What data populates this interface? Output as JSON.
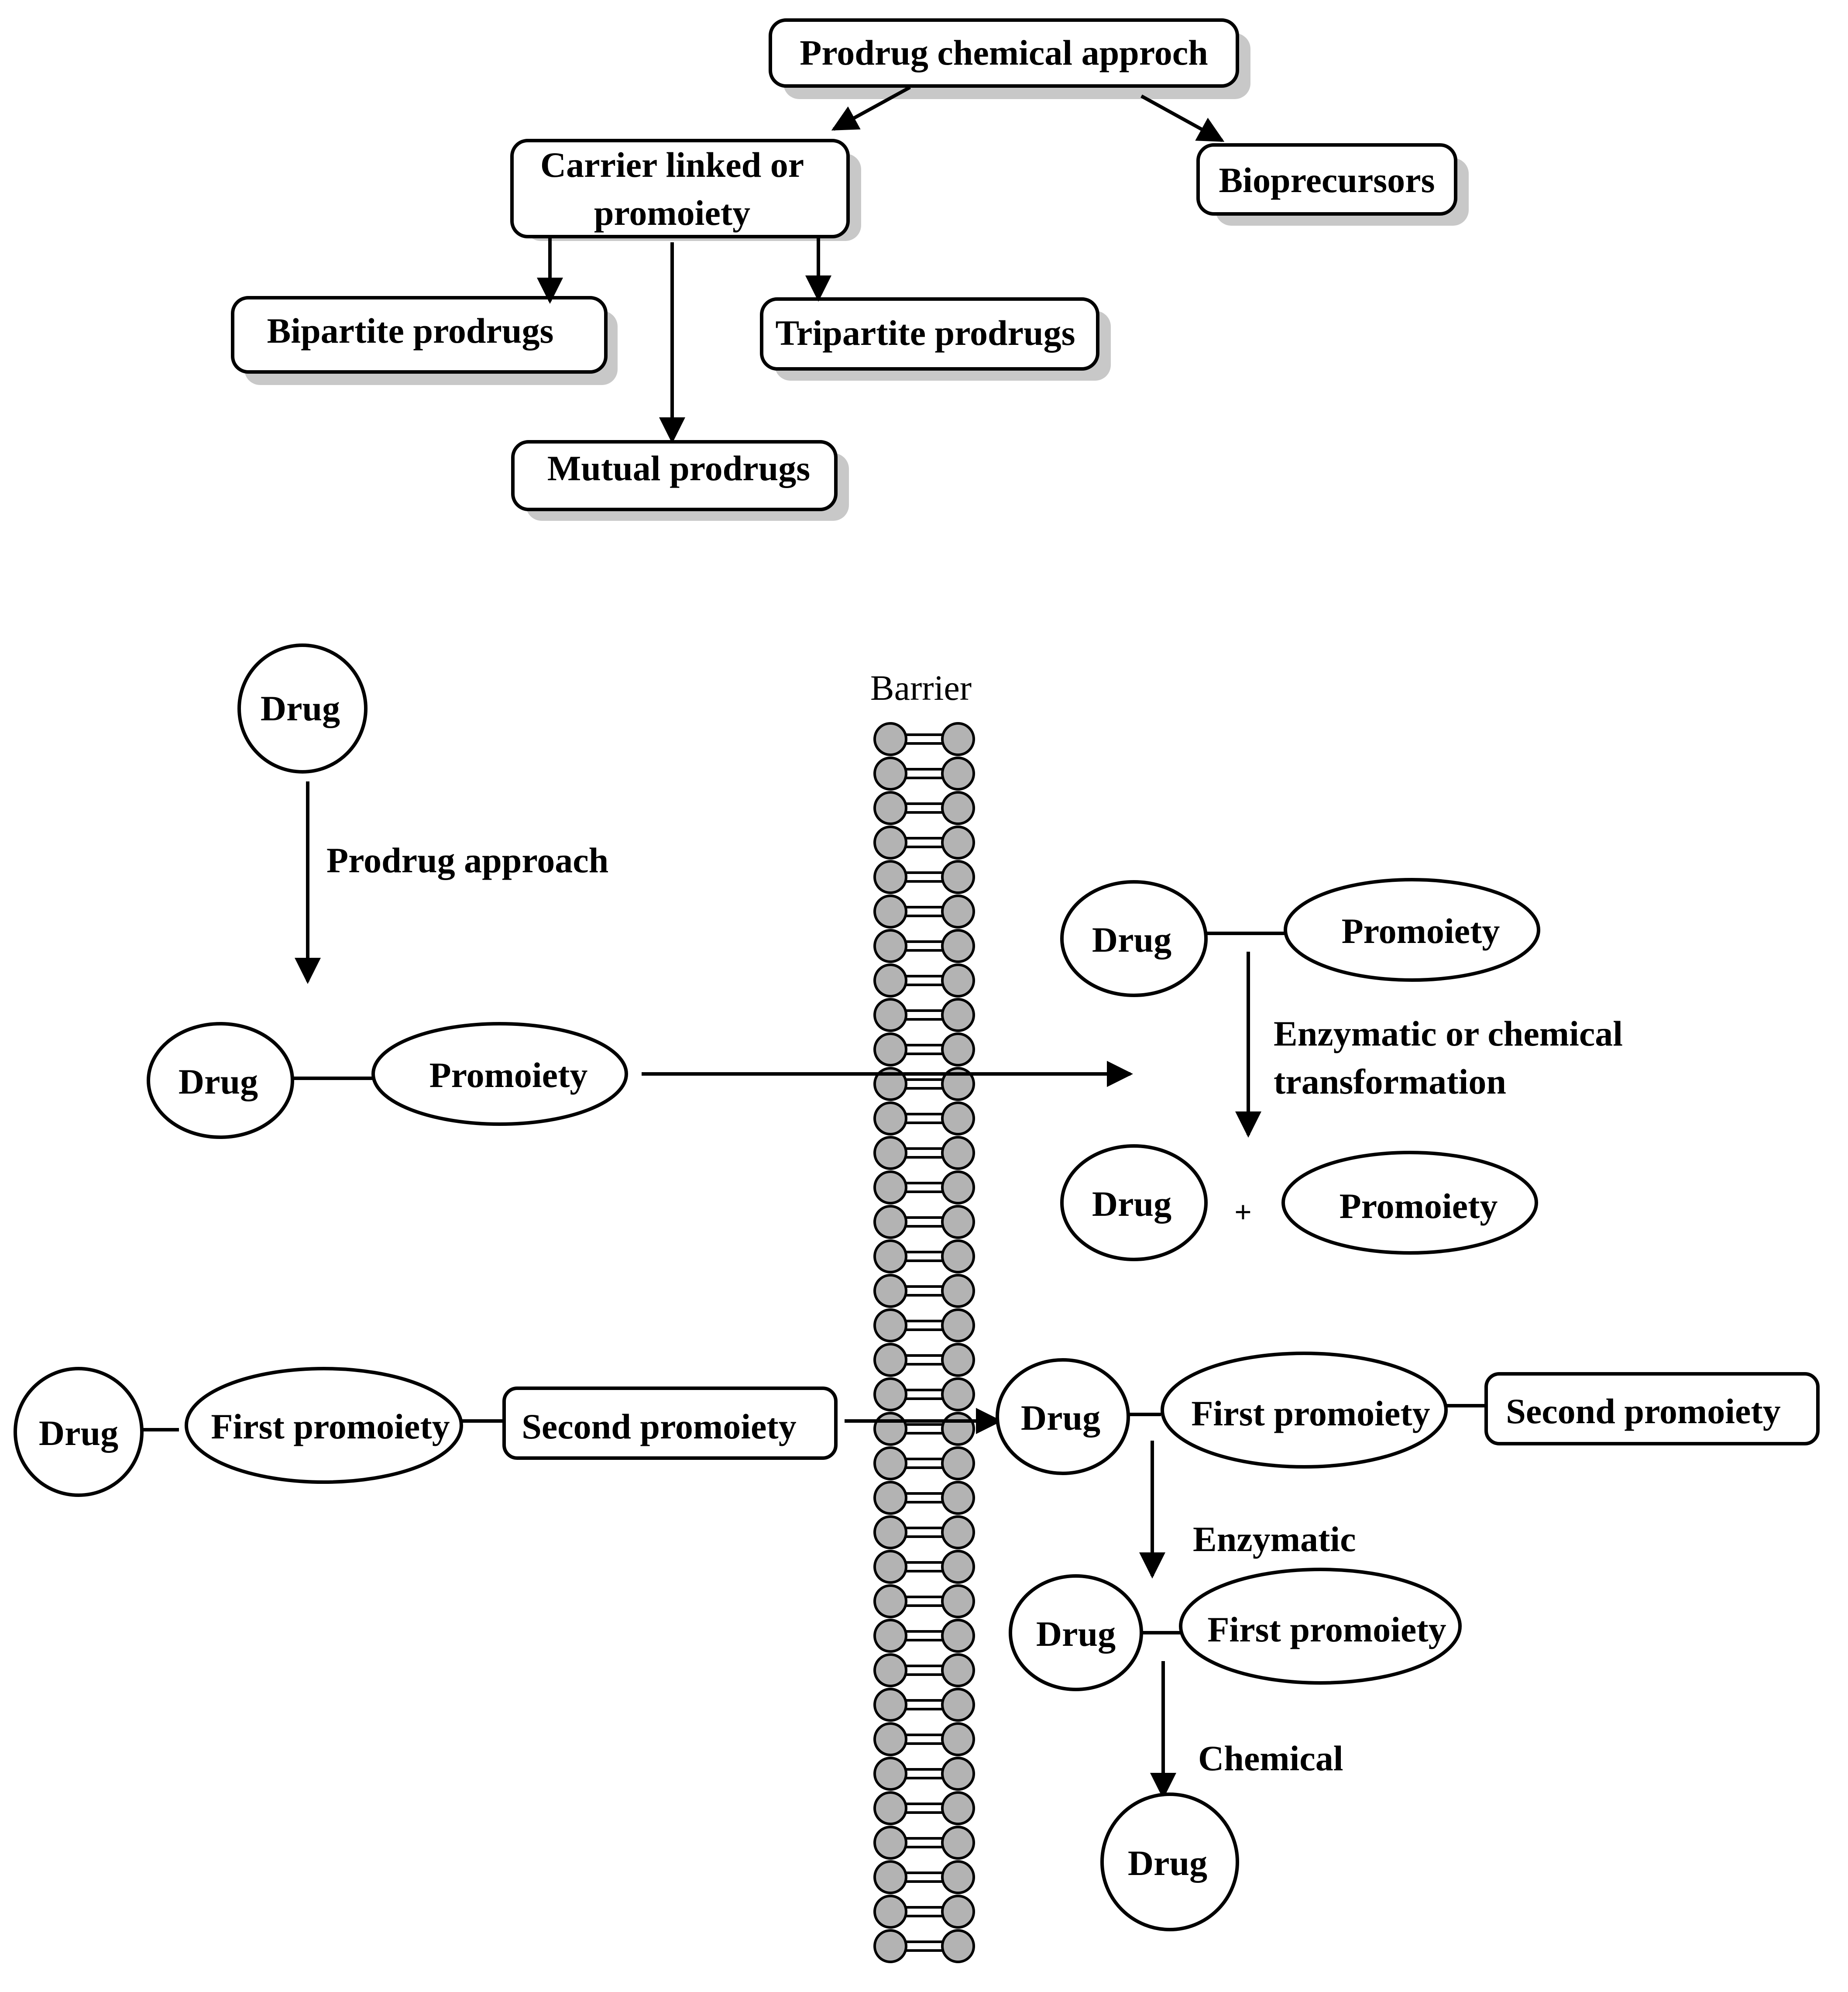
{
  "tree": {
    "root": "Prodrug chemical approch",
    "carrier_line1": "Carrier linked or",
    "carrier_line2": "promoiety",
    "bioprecursors": "Bioprecursors",
    "bipartite": "Bipartite prodrugs",
    "tripartite": "Tripartite prodrugs",
    "mutual": "Mutual prodrugs"
  },
  "barrier": {
    "label": "Barrier"
  },
  "bipartite_flow": {
    "drug": "Drug",
    "approach_label": "Prodrug approach",
    "prodrug_drug": "Drug",
    "prodrug_promoiety": "Promoiety",
    "inside_drug": "Drug",
    "inside_promoiety": "Promoiety",
    "transform_line1": "Enzymatic or chemical",
    "transform_line2": "transformation",
    "result_drug": "Drug",
    "plus": "+",
    "result_promoiety": "Promoiety"
  },
  "tripartite_flow": {
    "drug": "Drug",
    "first_promoiety": "First promoiety",
    "second_promoiety": "Second promoiety",
    "inside_drug": "Drug",
    "inside_first": "First promoiety",
    "inside_second": "Second promoiety",
    "enzymatic_label": "Enzymatic",
    "step2_drug": "Drug",
    "step2_first": "First promoiety",
    "chemical_label": "Chemical",
    "final_drug": "Drug"
  },
  "colors": {
    "stroke": "#000000",
    "shadow": "#c8c8c8",
    "lipid_head": "#b3b3b3"
  }
}
